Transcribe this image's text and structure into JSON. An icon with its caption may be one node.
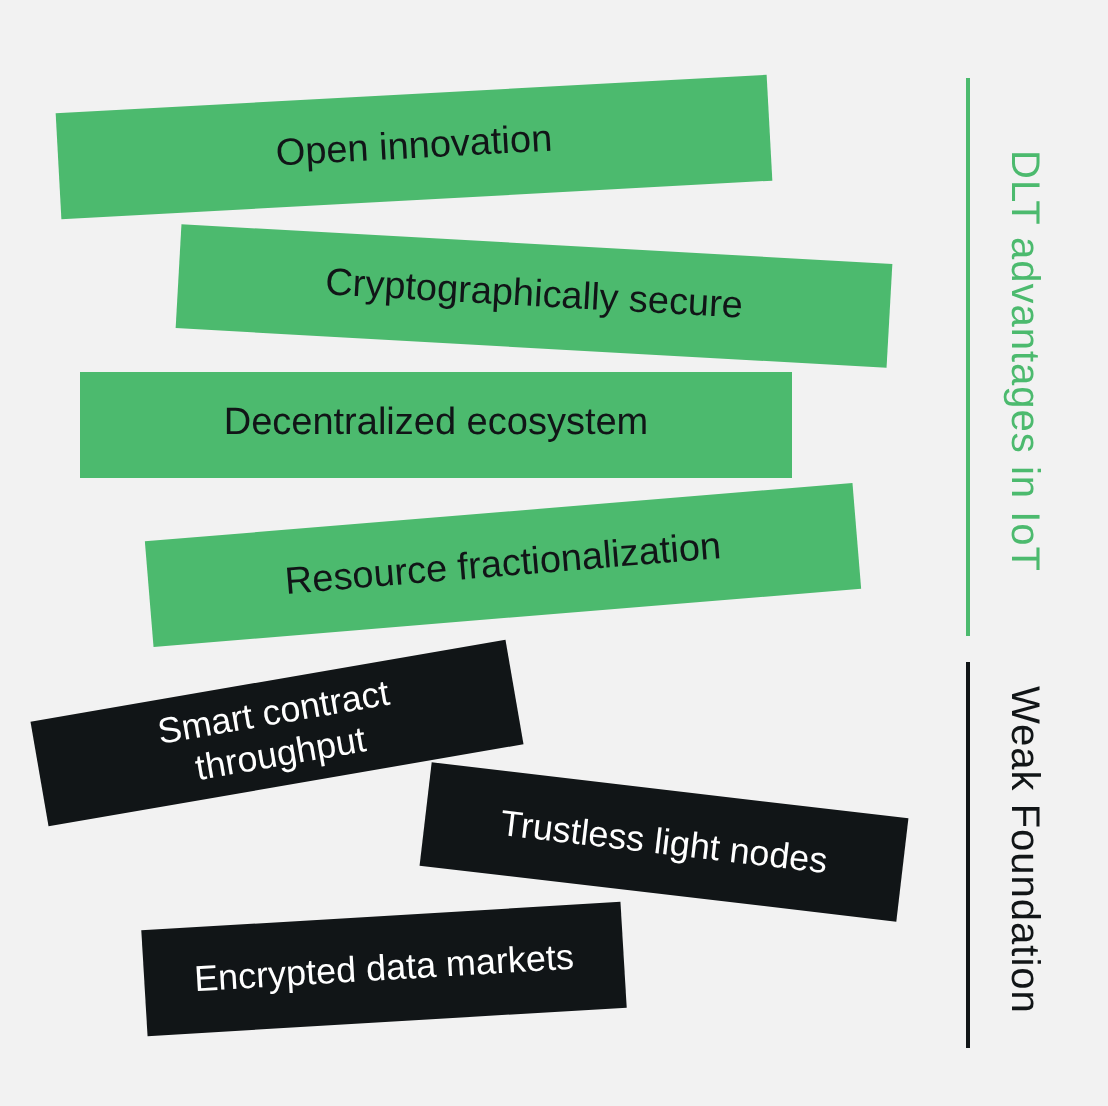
{
  "diagram": {
    "nodes": [
      {
        "text": [
          "Open innovation"
        ]
      },
      {
        "text": [
          "Cryptographically secure"
        ]
      },
      {
        "text": [
          "Decentralized ecosystem"
        ]
      },
      {
        "text": [
          "Resource fractionalization"
        ]
      },
      {
        "text": [
          "Smart contract throughput"
        ]
      },
      {
        "text": [
          "Trustless light nodes"
        ]
      },
      {
        "text": [
          "Encrypted data markets"
        ]
      }
    ],
    "labels": [
      "DLT advantages in IoT",
      "Weak Foundation"
    ]
  }
}
